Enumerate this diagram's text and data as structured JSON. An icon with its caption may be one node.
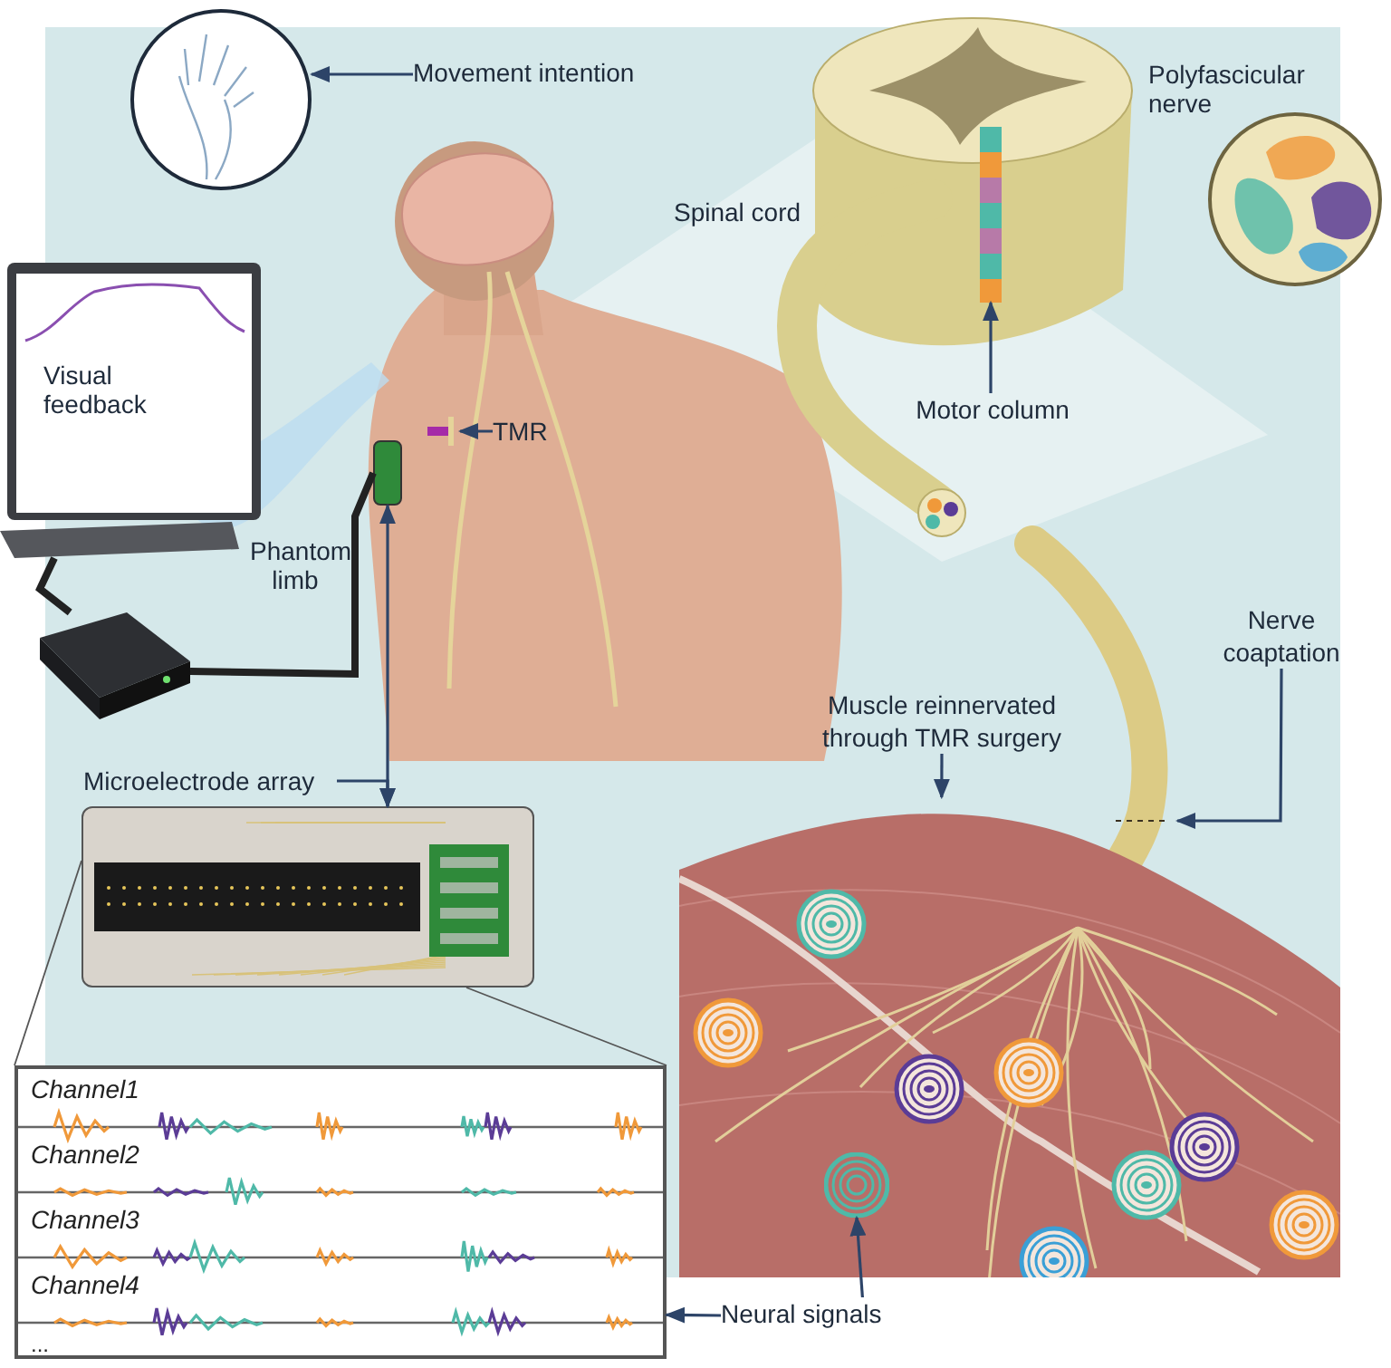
{
  "diagram": {
    "nodes": [
      {
        "text": [],
        "shape": "picture"
      },
      {
        "text": [
          "Movement intention"
        ]
      },
      {
        "text": [
          "Visual feedback"
        ]
      },
      {
        "text": [
          "TMR"
        ]
      },
      {
        "text": [],
        "shape": "picture"
      },
      {
        "text": [],
        "shape": "box"
      },
      {
        "text": [],
        "shape": "bar"
      },
      {
        "text": [
          "Motor column"
        ]
      },
      {
        "text": [],
        "shape": "circle"
      },
      {
        "text": [],
        "shape": "picture"
      },
      {
        "text": [
          "Nerve coaptation"
        ]
      },
      {
        "text": [],
        "shape": "picture"
      },
      {
        "text": [
          "Muscle reinnervated through TMR surgery"
        ]
      },
      {
        "text": [],
        "shape": "circle",
        "in": 11
      },
      {
        "text": [
          "Microelectrode array"
        ]
      },
      {
        "text": [],
        "shape": "box"
      },
      {
        "text": [
          "Channel1",
          "Channel2",
          "Channel3",
          "Channel4",
          "..."
        ]
      },
      {
        "text": [
          "Neural signals"
        ]
      },
      {
        "text": [],
        "shape": "box"
      }
    ],
    "edges": [
      {
        "from": 1,
        "to": 0,
        "arrow": "to"
      },
      {
        "from": 3,
        "to": 4,
        "arrow": "to"
      },
      {
        "from": 7,
        "to": 6,
        "arrow": "to"
      },
      {
        "from": 10,
        "to": 9,
        "arrow": "to"
      },
      {
        "from": 12,
        "to": 11,
        "arrow": "to"
      },
      {
        "from": 17,
        "to": 16,
        "arrow": "to"
      },
      {
        "from": 17,
        "to": 13,
        "arrow": "to"
      },
      {
        "from": 14,
        "to": 15,
        "arrow": "to"
      },
      {
        "from": 15,
        "to": 5,
        "arrow": "both"
      },
      {
        "from": 15,
        "to": 16,
        "arrow": "none",
        "color": "#555555"
      },
      {
        "from": 15,
        "to": 16,
        "arrow": "none",
        "color": "#555555"
      },
      {
        "from": 2,
        "to": 18,
        "arrow": "none",
        "style": "thick",
        "color": "#222222"
      },
      {
        "from": 5,
        "to": 18,
        "arrow": "none",
        "style": "thick",
        "color": "#222222"
      }
    ],
    "labels": [
      "Phantom limb",
      "Spinal cord",
      "Polyfascicular nerve"
    ]
  }
}
